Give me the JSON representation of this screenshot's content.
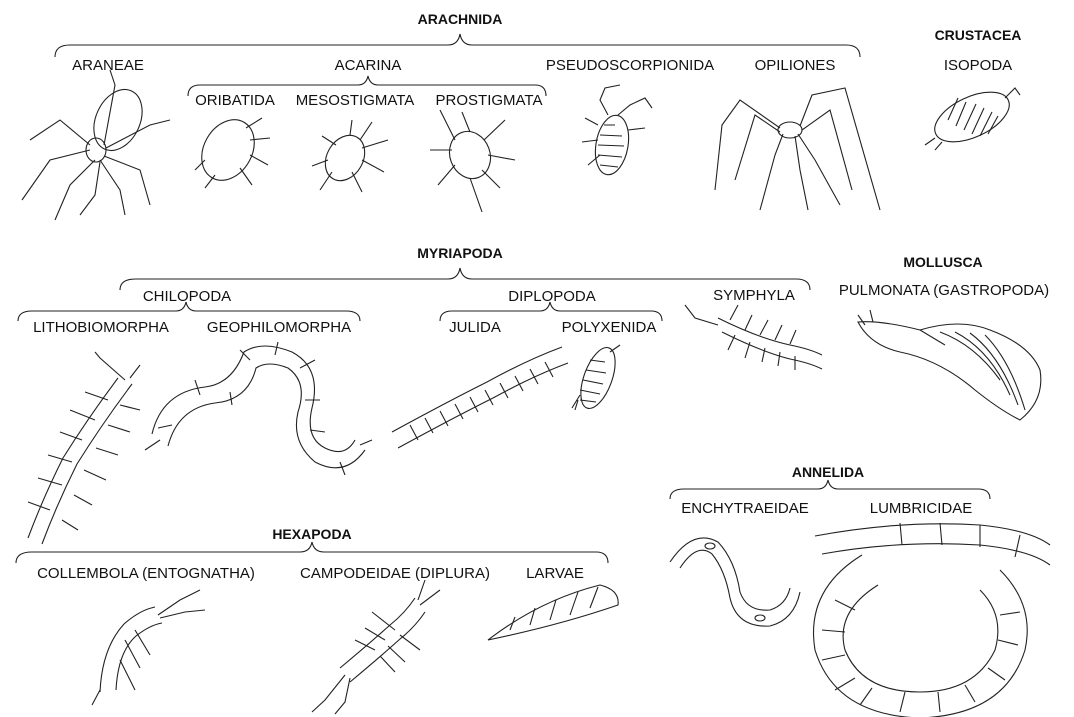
{
  "groups": {
    "arachnida": "ARACHNIDA",
    "crustacea": "CRUSTACEA",
    "myriapoda": "MYRIAPODA",
    "mollusca": "MOLLUSCA",
    "annelida": "ANNELIDA",
    "hexapoda": "HEXAPODA"
  },
  "orders": {
    "araneae": "ARANEAE",
    "acarina": "ACARINA",
    "oribatida": "ORIBATIDA",
    "mesostigmata": "MESOSTIGMATA",
    "prostigmata": "PROSTIGMATA",
    "pseudoscorpionida": "PSEUDOSCORPIONIDA",
    "opiliones": "OPILIONES",
    "isopoda": "ISOPODA",
    "chilopoda": "CHILOPODA",
    "lithobiomorpha": "LITHOBIOMORPHA",
    "geophilomorpha": "GEOPHILOMORPHA",
    "diplopoda": "DIPLOPODA",
    "julida": "JULIDA",
    "polyxenida": "POLYXENIDA",
    "symphyla": "SYMPHYLA",
    "pulmonata": "PULMONATA (GASTROPODA)",
    "enchytraeidae": "ENCHYTRAEIDAE",
    "lumbricidae": "LUMBRICIDAE",
    "collembola": "COLLEMBOLA (ENTOGNATHA)",
    "campodeidae": "CAMPODEIDAE (DIPLURA)",
    "larvae": "LARVAE"
  },
  "colors": {
    "ink": "#222222",
    "text": "#111111"
  }
}
